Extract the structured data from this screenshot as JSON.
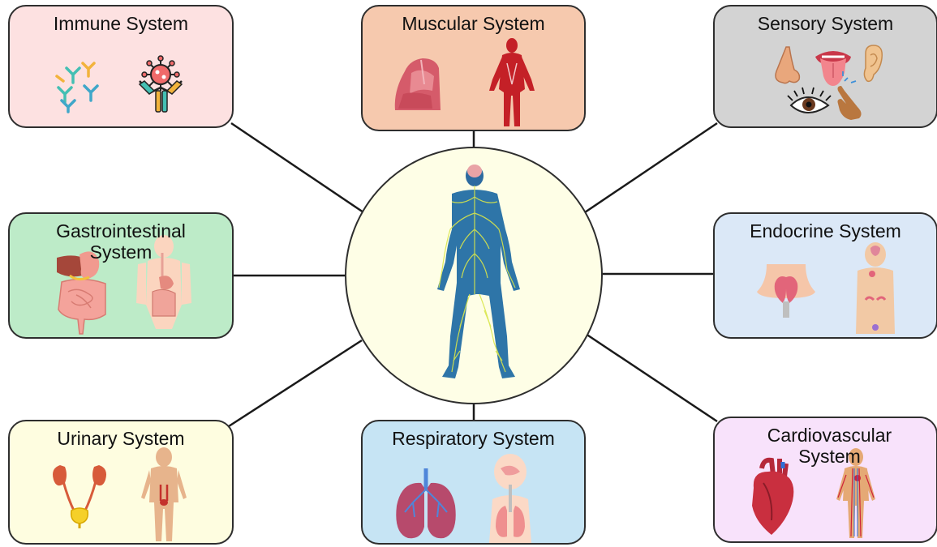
{
  "systems": {
    "immune": "Immune System",
    "muscular": "Muscular System",
    "sensory": "Sensory System",
    "gastrointestinal": "Gastrointestinal System",
    "endocrine": "Endocrine System",
    "urinary": "Urinary System",
    "respiratory": "Respiratory System",
    "cardiovascular": "Cardiovascular System"
  },
  "colors": {
    "immune": "#fde1e1",
    "muscular": "#f6c9ae",
    "sensory": "#d3d3d3",
    "gastrointestinal": "#bdebc8",
    "endocrine": "#dbe8f7",
    "urinary": "#fefde0",
    "respiratory": "#c6e4f4",
    "cardiovascular": "#f8e2fb",
    "center": "#fefee6"
  },
  "icons": {
    "center": "nervous-system-body-icon",
    "immune": [
      "antibodies-icon",
      "virus-antibody-icon"
    ],
    "muscular": [
      "torso-muscle-icon",
      "muscle-body-icon"
    ],
    "sensory": [
      "nose-icon",
      "tongue-icon",
      "ear-icon",
      "eye-icon",
      "touch-hand-icon"
    ],
    "gastrointestinal": [
      "digestive-organs-icon",
      "digestive-body-icon"
    ],
    "endocrine": [
      "thyroid-icon",
      "endocrine-body-icon"
    ],
    "urinary": [
      "kidneys-bladder-icon",
      "urinary-body-icon"
    ],
    "respiratory": [
      "lungs-icon",
      "respiratory-body-icon"
    ],
    "cardiovascular": [
      "heart-icon",
      "circulatory-body-icon"
    ]
  }
}
